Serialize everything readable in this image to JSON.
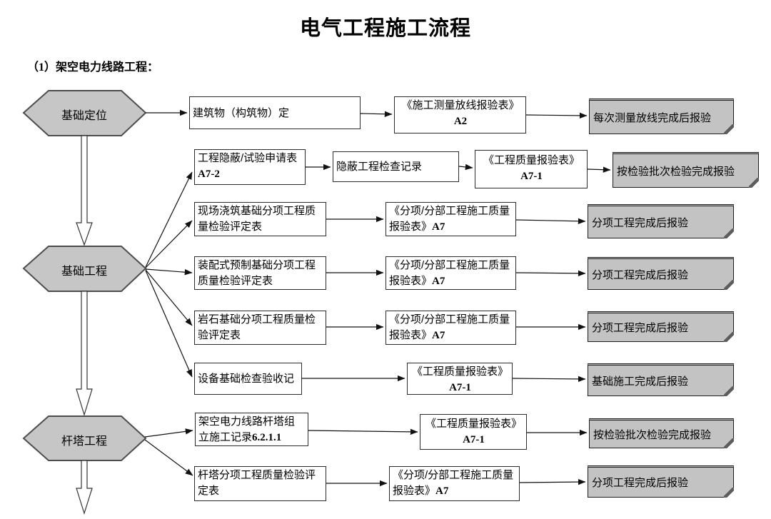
{
  "title": "电气工程施工流程",
  "section_label": "（1）架空电力线路工程：",
  "stages": {
    "h1": {
      "label": "基础定位"
    },
    "h2": {
      "label": "基础工程"
    },
    "h3": {
      "label": "杆塔工程"
    }
  },
  "nodes": {
    "b1": {
      "line1": "建筑物（构筑物）定"
    },
    "b2": {
      "line1": "工程隐蔽/试验申请表",
      "code": "A7-2"
    },
    "b2b": {
      "line1": "隐蔽工程检查记录"
    },
    "b3": {
      "line1": "现场浇筑基础分项工程质",
      "line2": "量检验评定表"
    },
    "b4": {
      "line1": "装配式预制基础分项工程",
      "line2": "质量检验评定表"
    },
    "b5": {
      "line1": "岩石基础分项工程质量检",
      "line2": "验评定表"
    },
    "b6": {
      "line1": "设备基础检查验收记"
    },
    "b7": {
      "line1": "架空电力线路杆塔组",
      "line2": "立施工记录",
      "code": "6.2.1.1"
    },
    "b8": {
      "line1": "杆塔分项工程质量检验评",
      "line2": "定表"
    },
    "m1": {
      "line1": "《施工测量放线报验表》",
      "code": "A2"
    },
    "m2": {
      "line1": "《工程质量报验表》",
      "code": "A7-1"
    },
    "m3": {
      "line1": "《分项/分部工程施工质量",
      "line2": "报验表》",
      "code": "A7"
    },
    "m4": {
      "line1": "《分项/分部工程施工质量",
      "line2": "报验表》",
      "code": "A7"
    },
    "m5": {
      "line1": "《分项/分部工程施工质量",
      "line2": "报验表》",
      "code": "A7"
    },
    "m6": {
      "line1": "《工程质量报验表》",
      "code": "A7-1"
    },
    "m7": {
      "line1": "《工程质量报验表》",
      "code": "A7-1"
    },
    "m8": {
      "line1": "《分项/分部工程施工质量",
      "line2": "报验表》",
      "code": "A7"
    },
    "r1": {
      "text": "每次测量放线完成后报验"
    },
    "r2": {
      "text": "按检验批次检验完成报验"
    },
    "r3": {
      "text": "分项工程完成后报验"
    },
    "r4": {
      "text": "分项工程完成后报验"
    },
    "r5": {
      "text": "分项工程完成后报验"
    },
    "r6": {
      "text": "基础施工完成后报验"
    },
    "r7": {
      "text": "按检验批次检验完成报验"
    },
    "r8": {
      "text": "分项工程完成后报验"
    }
  },
  "colors": {
    "hexagon_fill": "#c6c6c6",
    "hexagon_border": "#4d4d4d",
    "card_fill": "#c3c3c3",
    "box_border": "#2a2a2a",
    "connector": "#111111"
  }
}
